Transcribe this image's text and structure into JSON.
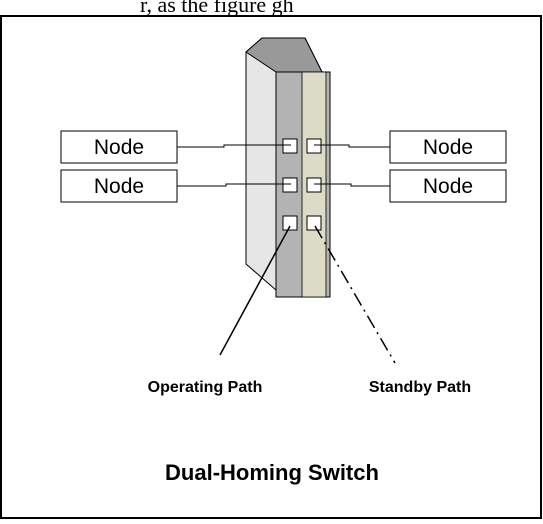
{
  "top_text": "r, as the figure gh",
  "nodes": {
    "left_top": "Node",
    "left_bottom": "Node",
    "right_top": "Node",
    "right_bottom": "Node"
  },
  "paths": {
    "operating": "Operating Path",
    "standby": "Standby Path"
  },
  "title": "Dual-Homing Switch"
}
